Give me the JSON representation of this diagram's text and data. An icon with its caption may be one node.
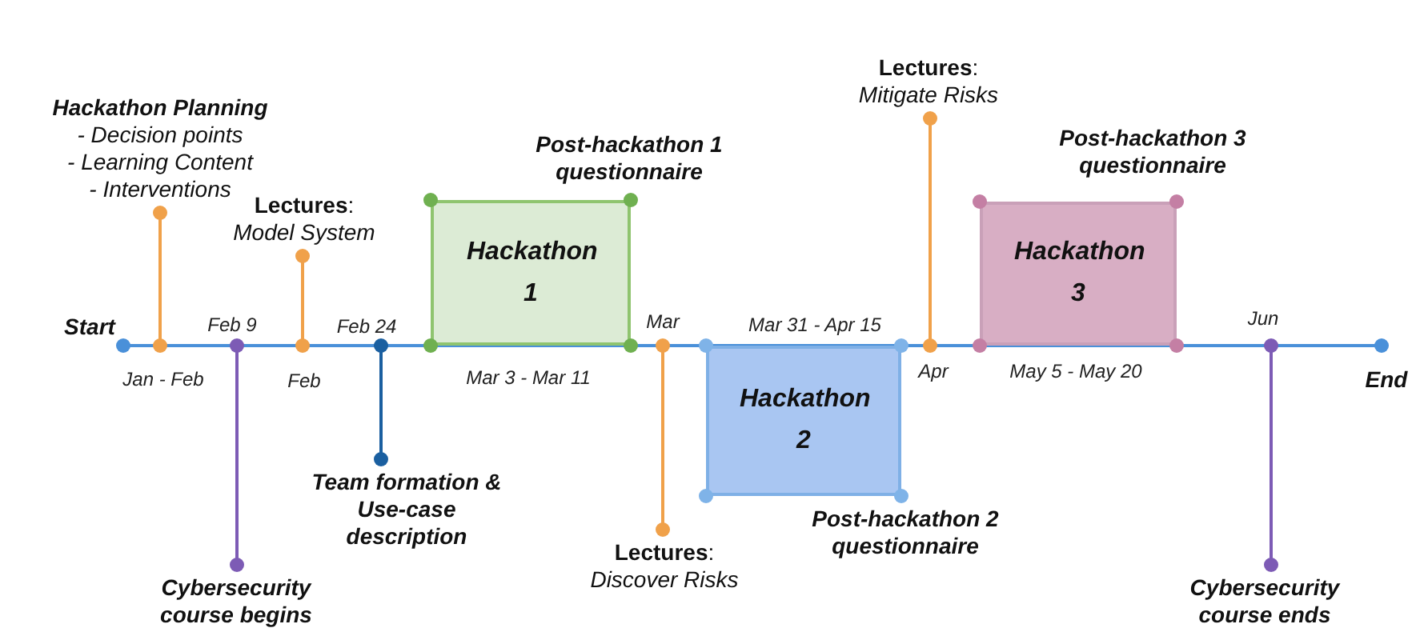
{
  "diagram": {
    "nodes": [
      {
        "text": [
          "Hackathon Planning",
          "- Decision points",
          "- Learning Content",
          "- Interventions"
        ]
      },
      {
        "text": [
          "Cybersecurity course begins"
        ]
      },
      {
        "text": [
          "**Lectures**:",
          "Model System"
        ]
      },
      {
        "text": [
          "Team formation & Use-case description"
        ]
      },
      {
        "text": [
          "Hackathon 1"
        ],
        "beside": [
          "Mar 3 - Mar 11"
        ]
      },
      {
        "text": [
          "Post-hackathon 1 questionnaire"
        ]
      },
      {
        "text": [
          "**Lectures**:",
          "Discover Risks"
        ]
      },
      {
        "text": [
          "Hackathon 2"
        ],
        "beside": [
          "Mar 31 - Apr 15"
        ]
      },
      {
        "text": [
          "Post-hackathon 2 questionnaire"
        ]
      },
      {
        "text": [
          "**Lectures**:",
          "Mitigate Risks"
        ]
      },
      {
        "text": [
          "Hackathon 3"
        ],
        "beside": [
          "May 5 - May 20"
        ]
      },
      {
        "text": [
          "Post-hackathon 3 questionnaire"
        ]
      },
      {
        "text": [
          "Cybersecurity course ends"
        ]
      },
      {
        "text": [
          "Jan - Feb"
        ]
      },
      {
        "text": [
          "Feb 9"
        ]
      },
      {
        "text": [
          "Feb"
        ]
      },
      {
        "text": [
          "Feb 24"
        ]
      },
      {
        "text": [
          "Mar"
        ]
      },
      {
        "text": [
          "Apr"
        ]
      },
      {
        "text": [
          "Jun"
        ]
      }
    ],
    "edges": [
      {
        "from": 0,
        "to": 13,
        "arrow": "other"
      },
      {
        "from": 1,
        "to": 14,
        "arrow": "other",
        "color": "#7d5bb5"
      },
      {
        "from": 2,
        "to": 15,
        "arrow": "other"
      },
      {
        "from": 3,
        "to": 16,
        "arrow": "other",
        "color": "#1a5fa0"
      },
      {
        "from": 6,
        "to": 17,
        "arrow": "other"
      },
      {
        "from": 9,
        "to": 18,
        "arrow": "other"
      },
      {
        "from": 12,
        "to": 19,
        "arrow": "other",
        "color": "#7d5bb5"
      }
    ],
    "labels": [
      "Start",
      "End"
    ]
  }
}
